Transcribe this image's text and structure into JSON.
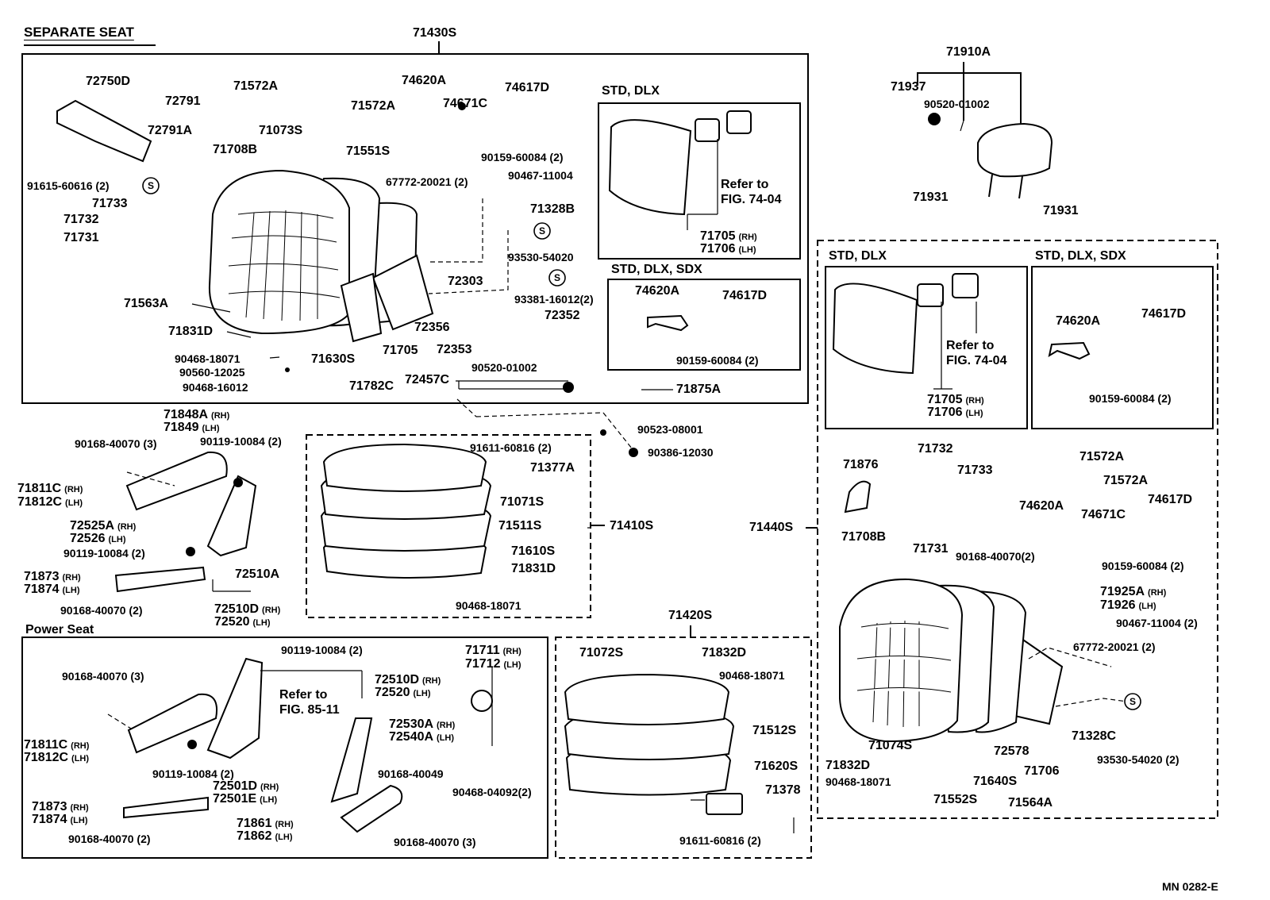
{
  "title": "SEPARATE SEAT",
  "section_power": "Power Seat",
  "footer": "MN 0282-E",
  "groups": {
    "back_assy": "71430S",
    "cushion_assy": "71410S",
    "cushion_assy_power": "71420S",
    "back_assy_right": "71440S",
    "headrest": "71910A"
  },
  "insets": {
    "std_dlx": "STD, DLX",
    "std_dlx_sdx": "STD, DLX, SDX",
    "refer_7404_a": "Refer to",
    "refer_7404_b": "FIG. 74-04",
    "refer_8511_a": "Refer to",
    "refer_8511_b": "FIG. 85-11"
  },
  "suffix": {
    "rh": "(RH)",
    "lh": "(LH)"
  },
  "parts": {
    "p72750D": "72750D",
    "p72791": "72791",
    "p72791A": "72791A",
    "p71708B": "71708B",
    "p71073S": "71073S",
    "p71572A_1": "71572A",
    "p71572A_2": "71572A",
    "p74620A": "74620A",
    "p74671C": "74671C",
    "p74617D": "74617D",
    "p90159_1": "90159-60084 (2)",
    "p91615": "91615-60616 (2)",
    "p71733": "71733",
    "p71732": "71732",
    "p71731": "71731",
    "p71551S": "71551S",
    "p67772": "67772-20021 (2)",
    "p90467": "90467-11004",
    "p71328B": "71328B",
    "p93530": "93530-54020",
    "p72303": "72303",
    "p93381": "93381-16012(2)",
    "p71563A": "71563A",
    "p71831D": "71831D",
    "p90468_18071": "90468-18071",
    "p90560": "90560-12025",
    "p90468_16012": "90468-16012",
    "p72356": "72356",
    "p72352": "72352",
    "p72353": "72353",
    "p71630S": "71630S",
    "p71705": "71705",
    "p71782C": "71782C",
    "p72457C": "72457C",
    "p90520_a": "90520-01002",
    "p71705rh": "71705",
    "p71706lh": "71706",
    "p74620A_b": "74620A",
    "p74617D_b": "74617D",
    "p90159_b": "90159-60084 (2)",
    "p71875A": "71875A",
    "p71848A": "71848A",
    "p71849": "71849",
    "p90168_3": "90168-40070 (3)",
    "p90119_2": "90119-10084 (2)",
    "p71811C": "71811C",
    "p71812C": "71812C",
    "p72525A": "72525A",
    "p72526": "72526",
    "p90119_b": "90119-10084 (2)",
    "p72510A": "72510A",
    "p71873": "71873",
    "p71874": "71874",
    "p90168_2": "90168-40070 (2)",
    "p72510D": "72510D",
    "p72520": "72520",
    "p91611": "91611-60816 (2)",
    "p71377A": "71377A",
    "p71071S": "71071S",
    "p71511S": "71511S",
    "p71610S": "71610S",
    "p71831D_b": "71831D",
    "p90468_c": "90468-18071",
    "p90523": "90523-08001",
    "p90386": "90386-12030",
    "pw90119": "90119-10084 (2)",
    "pw90168_3": "90168-40070 (3)",
    "pw72510D": "72510D",
    "pw72520": "72520",
    "pw71711": "71711",
    "pw71712": "71712",
    "pw71811C": "71811C",
    "pw71812C": "71812C",
    "pw90119_b": "90119-10084 (2)",
    "pw72530A": "72530A",
    "pw72540A": "72540A",
    "pw72501D": "72501D",
    "pw72501E": "72501E",
    "pw90168_40049": "90168-40049",
    "pw90468_04092": "90468-04092(2)",
    "pw71873": "71873",
    "pw71874": "71874",
    "pw71861": "71861",
    "pw71862": "71862",
    "pw90168_2": "90168-40070 (2)",
    "pw90168_3b": "90168-40070 (3)",
    "c71072S": "71072S",
    "c71832D": "71832D",
    "c90468": "90468-18071",
    "c71512S": "71512S",
    "c71620S": "71620S",
    "c71378": "71378",
    "c91611": "91611-60816 (2)",
    "h71937": "71937",
    "h90520": "90520-01002",
    "h71931_a": "71931",
    "h71931_b": "71931",
    "r71705": "71705",
    "r71706": "71706",
    "r74620A": "74620A",
    "r74617D": "74617D",
    "r90159": "90159-60084 (2)",
    "r71876": "71876",
    "r71732": "71732",
    "r71733": "71733",
    "r71572A_1": "71572A",
    "r71572A_2": "71572A",
    "r74620A_b": "74620A",
    "r74671C": "74671C",
    "r74617D_b": "74617D",
    "r71708B": "71708B",
    "r71731": "71731",
    "r90168": "90168-40070(2)",
    "r90159_b": "90159-60084 (2)",
    "r71925A": "71925A",
    "r71926": "71926",
    "r90467": "90467-11004 (2)",
    "r67772": "67772-20021 (2)",
    "r71328C": "71328C",
    "r93530": "93530-54020  (2)",
    "r71832D": "71832D",
    "r71074S": "71074S",
    "r72578": "72578",
    "r90468": "90468-18071",
    "r71552S": "71552S",
    "r71640S": "71640S",
    "r71564A": "71564A"
  }
}
